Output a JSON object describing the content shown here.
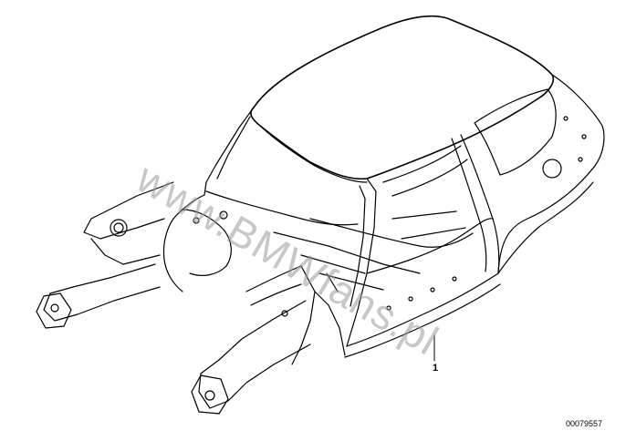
{
  "diagram": {
    "part_number": "1",
    "diagram_id": "00079557",
    "watermark": "www.BMWfans.pl",
    "colors": {
      "line": "#000000",
      "roof": "#ffffff",
      "watermark": "#9a9a9a"
    }
  }
}
